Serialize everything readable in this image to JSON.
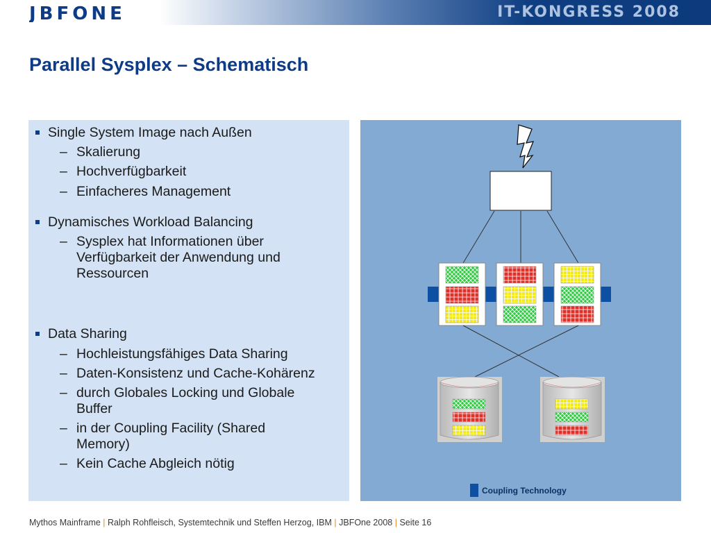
{
  "header": {
    "logo_text": "JBFONE",
    "congress": "IT-KONGRESS 2008"
  },
  "title": "Parallel Sysplex – Schematisch",
  "bullets": [
    {
      "label": "Single System Image nach Außen",
      "subs": [
        "Skalierung",
        "Hochverfügbarkeit",
        "Einfacheres Management"
      ]
    },
    {
      "label": "Dynamisches  Workload Balancing",
      "subs": [
        "Sysplex hat Informationen über Verfügbarkeit der Anwendung und Ressourcen"
      ]
    },
    {
      "label": "Data Sharing",
      "subs": [
        "Hochleistungsfähiges Data Sharing",
        "Daten-Konsistenz und Cache-Kohärenz",
        "durch Globales Locking und Globale Buffer",
        "in der Coupling Facility (Shared Memory)",
        "Kein Cache Abgleich nötig"
      ]
    }
  ],
  "sub_marker": "–",
  "diagram": {
    "legend_label": "Coupling Technology",
    "colors": {
      "panel": "#82aad2",
      "green": "#2ecc40",
      "red": "#e0302a",
      "yellow": "#f2ea1f",
      "coupling": "#0d4fa3"
    }
  },
  "footer": {
    "part1": "Mythos Mainframe",
    "part2": "Ralph Rohfleisch, Systemtechnik und  Steffen Herzog, IBM",
    "part3": "JBFOne 2008",
    "part4": "Seite 16",
    "separator": "|"
  }
}
